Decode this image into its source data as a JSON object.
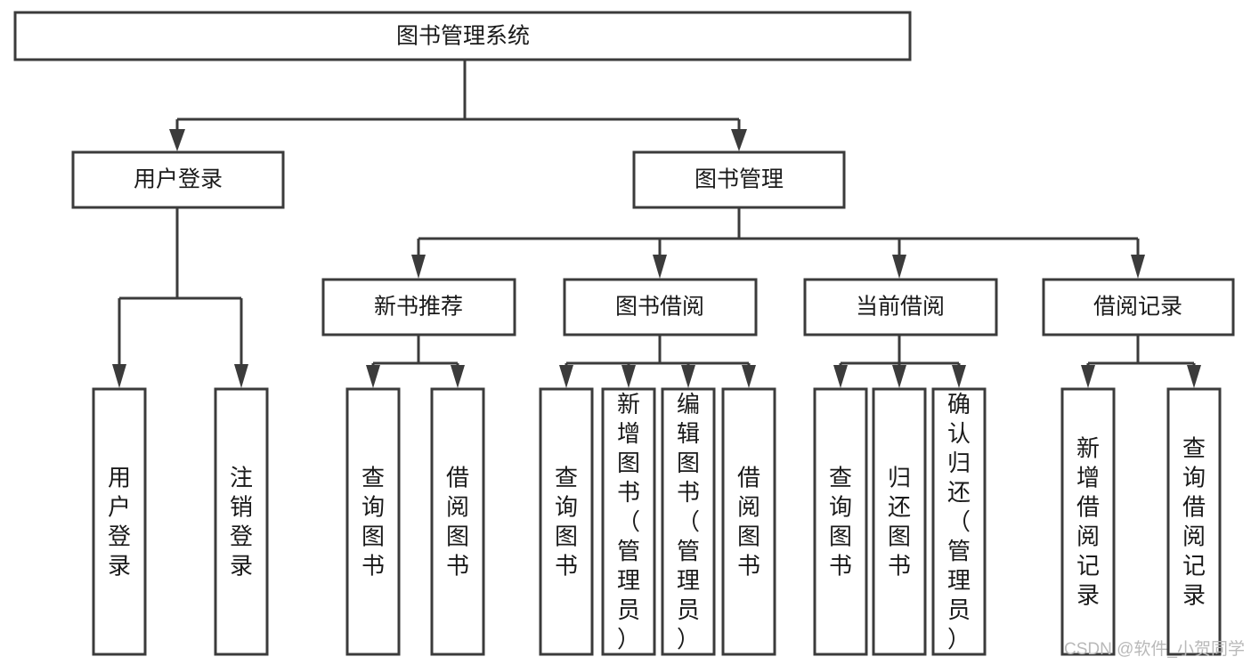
{
  "diagram": {
    "title": "图书管理系统",
    "type": "tree-hierarchy-diagram",
    "colors": {
      "background": "#ffffff",
      "stroke": "#3b3b3b",
      "text": "#1a1a1a",
      "watermark": "#b9b9b9"
    },
    "watermark": "CSDN @软件_小贺同学",
    "root": {
      "id": "root",
      "label": "图书管理系统",
      "orientation": "horizontal"
    },
    "level1": [
      {
        "id": "user-login",
        "label": "用户登录",
        "orientation": "horizontal"
      },
      {
        "id": "book-management",
        "label": "图书管理",
        "orientation": "horizontal"
      }
    ],
    "level2": [
      {
        "id": "new-book-recommend",
        "label": "新书推荐",
        "parent": "book-management",
        "orientation": "horizontal"
      },
      {
        "id": "book-borrow",
        "label": "图书借阅",
        "parent": "book-management",
        "orientation": "horizontal"
      },
      {
        "id": "current-borrow",
        "label": "当前借阅",
        "parent": "book-management",
        "orientation": "horizontal"
      },
      {
        "id": "borrow-record",
        "label": "借阅记录",
        "parent": "book-management",
        "orientation": "horizontal"
      }
    ],
    "leaves": [
      {
        "id": "leaf-user-login",
        "label": "用户登录",
        "parent": "user-login",
        "orientation": "vertical"
      },
      {
        "id": "leaf-user-logout",
        "label": "注销登录",
        "parent": "user-login",
        "orientation": "vertical"
      },
      {
        "id": "leaf-query-book-1",
        "label": "查询图书",
        "parent": "new-book-recommend",
        "orientation": "vertical"
      },
      {
        "id": "leaf-borrow-book-1",
        "label": "借阅图书",
        "parent": "new-book-recommend",
        "orientation": "vertical"
      },
      {
        "id": "leaf-query-book-2",
        "label": "查询图书",
        "parent": "book-borrow",
        "orientation": "vertical"
      },
      {
        "id": "leaf-add-book",
        "label": "新增图书（管理员）",
        "parent": "book-borrow",
        "orientation": "vertical"
      },
      {
        "id": "leaf-edit-book",
        "label": "编辑图书（管理员）",
        "parent": "book-borrow",
        "orientation": "vertical"
      },
      {
        "id": "leaf-borrow-book-2",
        "label": "借阅图书",
        "parent": "book-borrow",
        "orientation": "vertical"
      },
      {
        "id": "leaf-query-book-3",
        "label": "查询图书",
        "parent": "current-borrow",
        "orientation": "vertical"
      },
      {
        "id": "leaf-return-book",
        "label": "归还图书",
        "parent": "current-borrow",
        "orientation": "vertical"
      },
      {
        "id": "leaf-confirm-return",
        "label": "确认归还（管理员）",
        "parent": "current-borrow",
        "orientation": "vertical"
      },
      {
        "id": "leaf-add-record",
        "label": "新增借阅记录",
        "parent": "borrow-record",
        "orientation": "vertical"
      },
      {
        "id": "leaf-query-record",
        "label": "查询借阅记录",
        "parent": "borrow-record",
        "orientation": "vertical"
      }
    ]
  }
}
